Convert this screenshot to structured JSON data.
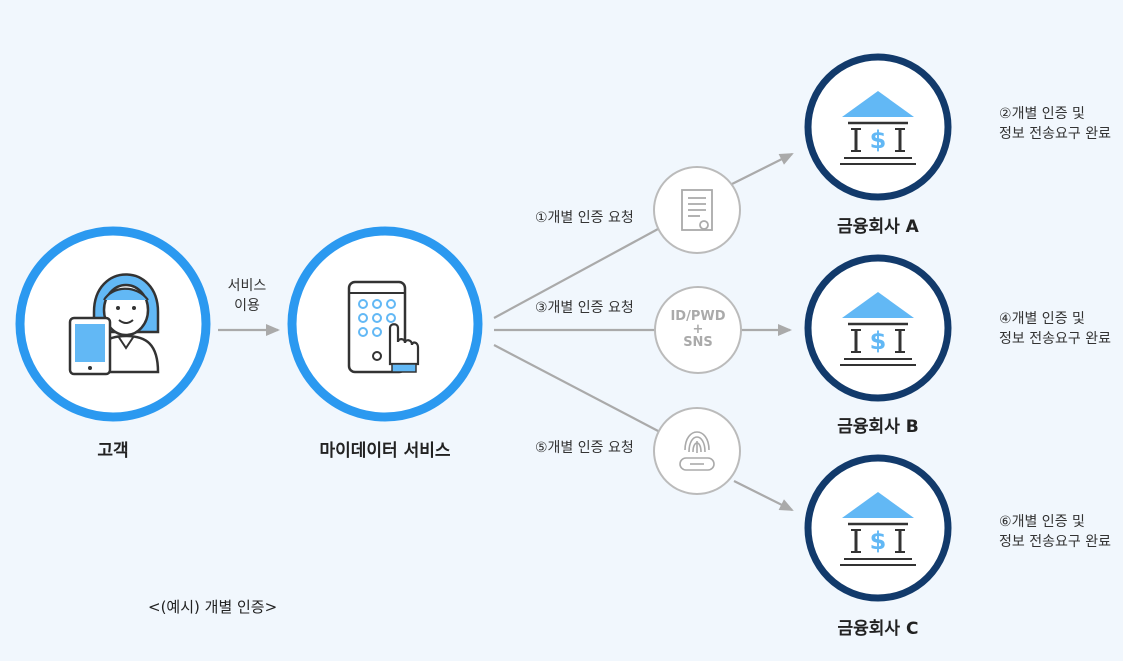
{
  "colors": {
    "background": "#f1f7fd",
    "user_ring": "#2b99f0",
    "bank_ring": "#123a6b",
    "accent_blue": "#62b8f5",
    "connector": "#aaaaaa",
    "dark_line": "#333333"
  },
  "nodes": {
    "customer": {
      "label": "고객",
      "icons": [
        "tablet-icon",
        "woman-avatar-icon"
      ]
    },
    "service": {
      "label": "마이데이터 서비스",
      "icons": [
        "keypad-phone-icon",
        "pointing-hand-icon"
      ]
    },
    "banks": [
      {
        "label": "금융회사 A",
        "note_line1": "②개별 인증 및",
        "note_line2": "정보 전송요구 완료",
        "icon": "bank-icon"
      },
      {
        "label": "금융회사 B",
        "note_line1": "④개별 인증 및",
        "note_line2": "정보 전송요구 완료",
        "icon": "bank-icon"
      },
      {
        "label": "금융회사 C",
        "note_line1": "⑥개별 인증 및",
        "note_line2": "정보 전송요구 완료",
        "icon": "bank-icon"
      }
    ]
  },
  "edges": {
    "customer_to_service": {
      "line1": "서비스",
      "line2": "이용"
    },
    "requests": [
      {
        "label": "①개별 인증 요청",
        "badge_icon": "certificate-icon"
      },
      {
        "label": "③개별 인증 요청",
        "badge_line1": "ID/PWD",
        "badge_line2": "+",
        "badge_line3": "SNS"
      },
      {
        "label": "⑤개별 인증 요청",
        "badge_icon": "fingerprint-icon"
      }
    ]
  },
  "caption": "<(예시) 개별 인증>"
}
